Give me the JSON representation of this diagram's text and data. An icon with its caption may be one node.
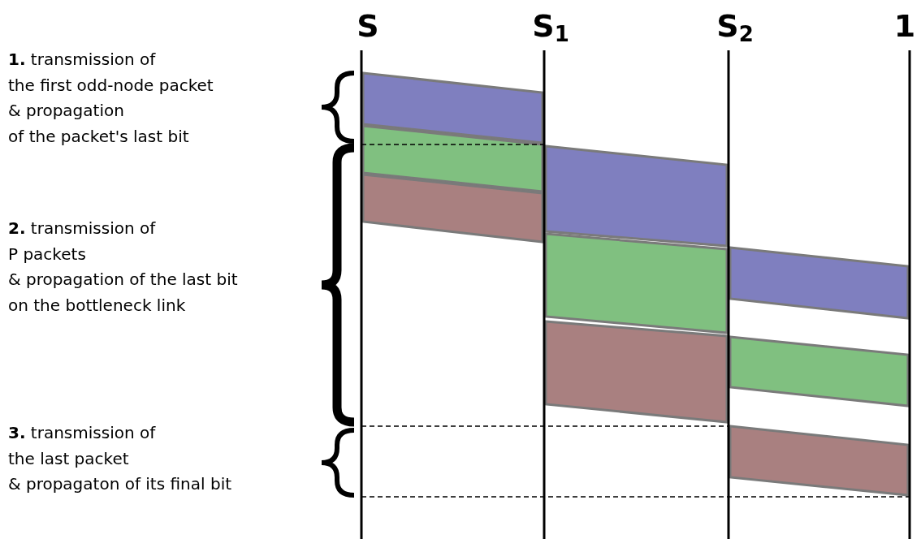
{
  "diagram": {
    "labels": [
      "S",
      "S$_{1}$",
      "S$_{2}$",
      "1",
      "**1.** transmission of the first odd-node packet & propagation of the packet's last bit",
      "**2.** transmission of P packets & propagation of the last bit on the bottleneck link",
      "**3.** transmission of the last packet & propagaton of its final bit"
    ]
  }
}
